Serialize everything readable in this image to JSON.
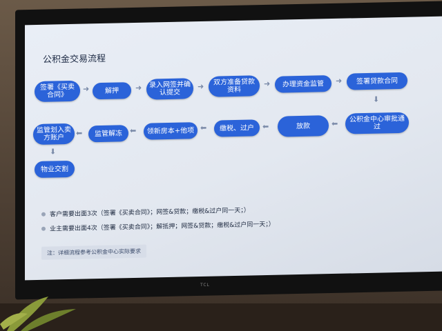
{
  "screen": {
    "title": "公积金交易流程",
    "flow_nodes": [
      "签署《买卖合同》",
      "解押",
      "录入网签并确认提交",
      "双方准备贷款资料",
      "办理资金监管",
      "签署贷款合同",
      "公积金中心审批通过",
      "放款",
      "缴税、过户",
      "领新房本+他项",
      "监管解冻",
      "监管划入卖方账户",
      "物业交割"
    ],
    "notes": [
      "客户需要出面3次（签署《买卖合同》；网签&贷款；缴税&过户同一天；）",
      "业主需要出面4次（签署《买卖合同》；解抵押；网签&贷款；缴税&过户同一天；）"
    ],
    "tip": "注：详细流程参考公积金中心实际要求"
  },
  "tv": {
    "brand": "TCL"
  },
  "colors": {
    "node": "#2b63d9",
    "screen_bg": "#e6ebf3"
  }
}
